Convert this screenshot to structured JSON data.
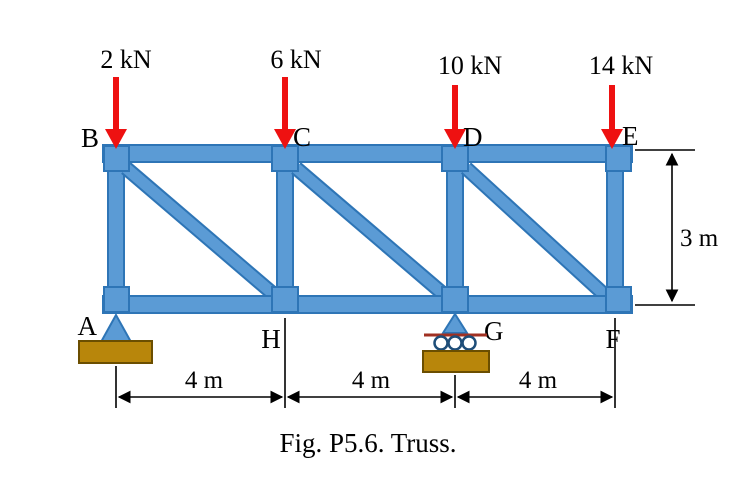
{
  "figure": {
    "caption": "Fig. P5.6. Truss."
  },
  "loads": [
    {
      "joint": "B",
      "label": "2 kN"
    },
    {
      "joint": "C",
      "label": "6 kN"
    },
    {
      "joint": "D",
      "label": "10 kN"
    },
    {
      "joint": "E",
      "label": "14 kN"
    }
  ],
  "joint_labels": {
    "A": "A",
    "B": "B",
    "C": "C",
    "D": "D",
    "E": "E",
    "F": "F",
    "G": "G",
    "H": "H"
  },
  "dimensions": {
    "span1": "4 m",
    "span2": "4 m",
    "span3": "4 m",
    "height": "3 m"
  },
  "supports": {
    "pin_joint": "A",
    "roller_joint": "G"
  },
  "colors": {
    "member_fill": "#5b9bd5",
    "member_stroke": "#2e75b6",
    "load_arrow": "#ee1111",
    "support_base": "#b8860b"
  }
}
